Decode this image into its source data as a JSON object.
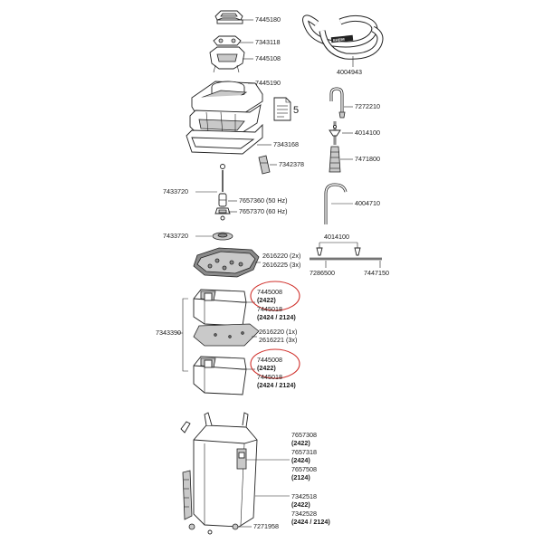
{
  "parts": {
    "p7445180": "7445180",
    "p7343118": "7343118",
    "p7445108": "7445108",
    "p7445190": "7445190",
    "p7343168": "7343168",
    "p7342378": "7342378",
    "p7433720a": "7433720",
    "p7657360": "7657360 (50 Hz)",
    "p7657370": "7657370 (60 Hz)",
    "p7433720b": "7433720",
    "p2616220": "2616220 (2x)",
    "p2616225": "2616225 (3x)",
    "p7343390": "7343390",
    "p7445008a": "7445008",
    "p2422a": "(2422)",
    "p7445018a": "7445018",
    "p24242124a": "(2424 / 2124)",
    "p2616220b": "2616220 (1x)",
    "p2616221": "2616221 (3x)",
    "p7445008b": "7445008",
    "p2422b": "(2422)",
    "p7445018b": "7445018",
    "p24242124b": "(2424 / 2124)",
    "p4004943": "4004943",
    "p7272210": "7272210",
    "p4014100a": "4014100",
    "p7471800": "7471800",
    "p4004710": "4004710",
    "p4014100b": "4014100",
    "p7286500": "7286500",
    "p7447150": "7447150",
    "p7657308": "7657308",
    "p2422c": "(2422)",
    "p7657318": "7657318",
    "p2424c": "(2424)",
    "p7657508": "7657508",
    "p2124c": "(2124)",
    "p7342518": "7342518",
    "p2422d": "(2422)",
    "p7342528": "7342528",
    "p24242124c": "(2424 / 2124)",
    "p7271958": "7271958",
    "doc_number": "5",
    "hose_brand": "EHEIM"
  },
  "colors": {
    "line": "#222222",
    "highlight": "#d0302b",
    "part_grey": "#c9c9c9",
    "part_dark": "#8a8a8a"
  }
}
